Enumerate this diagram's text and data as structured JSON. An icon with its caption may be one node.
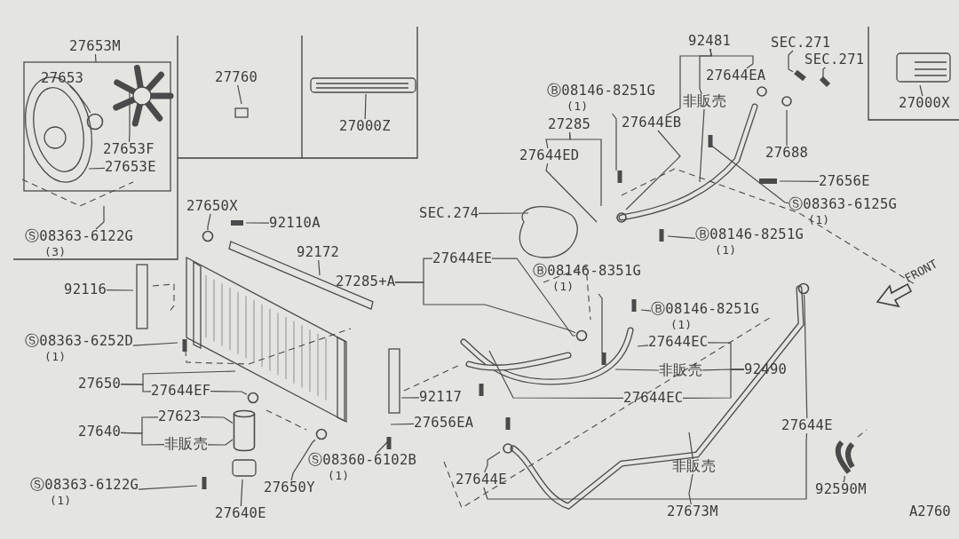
{
  "diagram": {
    "nodes": [
      {
        "text": [
          "27653M"
        ]
      },
      {
        "text": [
          "27653"
        ]
      },
      {
        "text": [
          "27653F"
        ]
      },
      {
        "text": [
          "27653E"
        ]
      },
      {
        "text": [
          "Ⓢ08363-6122G",
          "(3)"
        ]
      },
      {
        "text": [
          "27760"
        ]
      },
      {
        "text": [
          "27000Z"
        ]
      },
      {
        "text": [
          "92481"
        ]
      },
      {
        "text": [
          "SEC.271"
        ]
      },
      {
        "text": [
          "SEC.271"
        ]
      },
      {
        "text": [
          "27000X"
        ]
      },
      {
        "text": [
          "Ⓑ08146-8251G",
          "(1)"
        ]
      },
      {
        "text": [
          "27644EA"
        ]
      },
      {
        "text": [
          "非販売"
        ]
      },
      {
        "text": [
          "27285"
        ]
      },
      {
        "text": [
          "27644EB"
        ]
      },
      {
        "text": [
          "27644ED"
        ]
      },
      {
        "text": [
          "27688"
        ]
      },
      {
        "text": [
          "27656E"
        ]
      },
      {
        "text": [
          "Ⓢ08363-6125G",
          "(1)"
        ]
      },
      {
        "text": [
          "SEC.274"
        ]
      },
      {
        "text": [
          "Ⓑ08146-8251G",
          "(1)"
        ]
      },
      {
        "text": [
          "27650X"
        ]
      },
      {
        "text": [
          "92110A"
        ]
      },
      {
        "text": [
          "92172"
        ]
      },
      {
        "text": [
          "27644EE"
        ]
      },
      {
        "text": [
          "27285+A"
        ]
      },
      {
        "text": [
          "Ⓑ08146-8351G",
          "(1)"
        ]
      },
      {
        "text": [
          "92116"
        ]
      },
      {
        "text": [
          "Ⓑ08146-8251G",
          "(1)"
        ]
      },
      {
        "text": [
          "Ⓢ08363-6252D",
          "(1)"
        ]
      },
      {
        "text": [
          "27644EC"
        ]
      },
      {
        "text": [
          "非販売"
        ]
      },
      {
        "text": [
          "92490"
        ]
      },
      {
        "text": [
          "27644EC"
        ]
      },
      {
        "text": [
          "27650"
        ]
      },
      {
        "text": [
          "27644EF"
        ]
      },
      {
        "text": [
          "92117"
        ]
      },
      {
        "text": [
          "27623"
        ]
      },
      {
        "text": [
          "27640"
        ]
      },
      {
        "text": [
          "非販売"
        ]
      },
      {
        "text": [
          "27656EA"
        ]
      },
      {
        "text": [
          "Ⓢ08360-6102B",
          "(1)"
        ]
      },
      {
        "text": [
          "27644E"
        ]
      },
      {
        "text": [
          "27644E"
        ]
      },
      {
        "text": [
          "非販売"
        ]
      },
      {
        "text": [
          "Ⓢ08363-6122G",
          "(1)"
        ]
      },
      {
        "text": [
          "27650Y"
        ]
      },
      {
        "text": [
          "27640E"
        ]
      },
      {
        "text": [
          "27673M"
        ]
      },
      {
        "text": [
          "92590M"
        ]
      },
      {
        "text": [],
        "shape": "picture"
      },
      {
        "text": [],
        "shape": "picture"
      },
      {
        "text": [],
        "shape": "circle"
      },
      {
        "text": [],
        "shape": "picture"
      },
      {
        "text": [],
        "shape": "circle"
      },
      {
        "text": [],
        "shape": "circle"
      },
      {
        "text": [],
        "shape": "circle"
      },
      {
        "text": [],
        "shape": "circle"
      },
      {
        "text": [],
        "shape": "picture"
      },
      {
        "text": [],
        "shape": "circle"
      },
      {
        "text": [],
        "shape": "cylinder"
      }
    ],
    "edges": [
      {
        "from": 0,
        "to": null,
        "arrow": "none"
      },
      {
        "from": 1,
        "to": 60,
        "arrow": "none"
      },
      {
        "from": 2,
        "to": null,
        "arrow": "none"
      },
      {
        "from": 3,
        "to": null,
        "arrow": "none"
      },
      {
        "from": 4,
        "to": null,
        "arrow": "none"
      },
      {
        "from": 5,
        "to": null,
        "arrow": "none"
      },
      {
        "from": 6,
        "to": null,
        "arrow": "none"
      },
      {
        "from": 7,
        "to": 12,
        "arrow": "none"
      },
      {
        "from": 7,
        "to": 13,
        "arrow": "none"
      },
      {
        "from": 7,
        "to": 15,
        "arrow": "none"
      },
      {
        "from": 13,
        "to": null,
        "arrow": "none"
      },
      {
        "from": 15,
        "to": null,
        "arrow": "none"
      },
      {
        "from": 8,
        "to": 51,
        "arrow": "none"
      },
      {
        "from": 9,
        "to": null,
        "arrow": "none"
      },
      {
        "from": 10,
        "to": null,
        "arrow": "none"
      },
      {
        "from": 11,
        "to": null,
        "arrow": "none"
      },
      {
        "from": 14,
        "to": 16,
        "arrow": "none"
      },
      {
        "from": 14,
        "to": null,
        "arrow": "none"
      },
      {
        "from": 16,
        "to": null,
        "arrow": "none"
      },
      {
        "from": 17,
        "to": null,
        "arrow": "none"
      },
      {
        "from": 18,
        "to": 52,
        "arrow": "none"
      },
      {
        "from": 19,
        "to": null,
        "arrow": "none"
      },
      {
        "from": 20,
        "to": null,
        "arrow": "none"
      },
      {
        "from": 21,
        "to": null,
        "arrow": "none"
      },
      {
        "from": 22,
        "to": 53,
        "arrow": "none"
      },
      {
        "from": 23,
        "to": 54,
        "arrow": "none"
      },
      {
        "from": 24,
        "to": null,
        "arrow": "none"
      },
      {
        "from": 26,
        "to": 25,
        "arrow": "none"
      },
      {
        "from": 26,
        "to": 55,
        "arrow": "none"
      },
      {
        "from": 25,
        "to": 55,
        "arrow": "none"
      },
      {
        "from": 27,
        "to": null,
        "arrow": "none"
      },
      {
        "from": 28,
        "to": null,
        "arrow": "none"
      },
      {
        "from": 29,
        "to": null,
        "arrow": "none"
      },
      {
        "from": 30,
        "to": null,
        "arrow": "none"
      },
      {
        "from": 33,
        "to": 31,
        "arrow": "none"
      },
      {
        "from": 33,
        "to": 34,
        "arrow": "none"
      },
      {
        "from": 33,
        "to": 32,
        "arrow": "none"
      },
      {
        "from": 31,
        "to": null,
        "arrow": "none"
      },
      {
        "from": 32,
        "to": null,
        "arrow": "none"
      },
      {
        "from": 34,
        "to": null,
        "arrow": "none"
      },
      {
        "from": 35,
        "to": 36,
        "arrow": "none"
      },
      {
        "from": 35,
        "to": null,
        "arrow": "none"
      },
      {
        "from": 36,
        "to": 56,
        "arrow": "none"
      },
      {
        "from": 39,
        "to": 38,
        "arrow": "none"
      },
      {
        "from": 39,
        "to": 40,
        "arrow": "none"
      },
      {
        "from": 38,
        "to": 61,
        "arrow": "none"
      },
      {
        "from": 40,
        "to": 61,
        "arrow": "none"
      },
      {
        "from": 37,
        "to": null,
        "arrow": "none"
      },
      {
        "from": 41,
        "to": null,
        "arrow": "none"
      },
      {
        "from": 42,
        "to": null,
        "arrow": "none"
      },
      {
        "from": 47,
        "to": 57,
        "arrow": "none"
      },
      {
        "from": 46,
        "to": null,
        "arrow": "none"
      },
      {
        "from": 48,
        "to": null,
        "arrow": "none"
      },
      {
        "from": 43,
        "to": 58,
        "arrow": "none"
      },
      {
        "from": 44,
        "to": 43,
        "arrow": "none"
      },
      {
        "from": 44,
        "to": null,
        "arrow": "none"
      },
      {
        "from": 45,
        "to": null,
        "arrow": "none"
      },
      {
        "from": 49,
        "to": 45,
        "arrow": "none"
      },
      {
        "from": 50,
        "to": 59,
        "arrow": "none"
      }
    ],
    "labels": [
      "FRONT",
      "A2760"
    ]
  }
}
